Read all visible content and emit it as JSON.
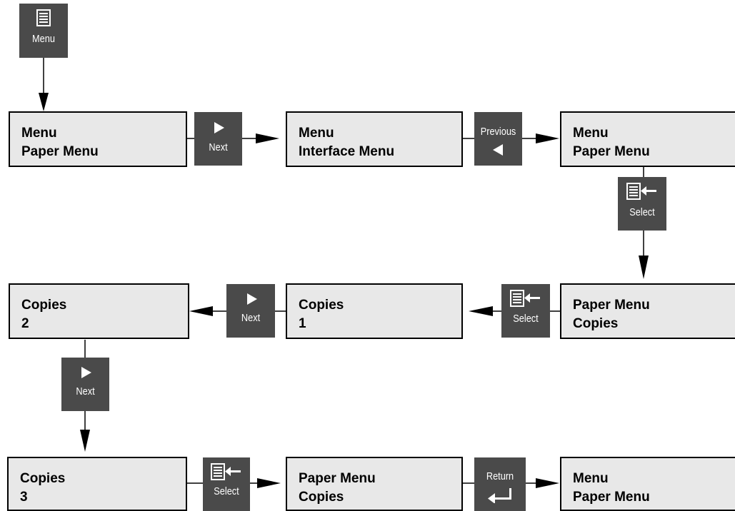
{
  "buttons": {
    "menu": "Menu",
    "next": "Next",
    "previous": "Previous",
    "select": "Select",
    "return": "Return"
  },
  "screens": {
    "s1": {
      "line1": "Menu",
      "line2": "Paper Menu"
    },
    "s2": {
      "line1": "Menu",
      "line2": "Interface Menu"
    },
    "s3": {
      "line1": "Menu",
      "line2": "Paper Menu"
    },
    "s4": {
      "line1": "Paper Menu",
      "line2": "Copies"
    },
    "s5": {
      "line1": "Copies",
      "line2": "1"
    },
    "s6": {
      "line1": "Copies",
      "line2": "2"
    },
    "s7": {
      "line1": "Copies",
      "line2": "3"
    },
    "s8": {
      "line1": "Paper Menu",
      "line2": "Copies"
    },
    "s9": {
      "line1": "Menu",
      "line2": "Paper Menu"
    }
  },
  "colors": {
    "key_background": "#4a4a4a",
    "screen_background": "#e8e8e8",
    "line": "#000000"
  },
  "icons": {
    "menu": "document-icon",
    "next": "triangle-right-icon",
    "previous": "triangle-left-icon",
    "select": "document-enter-icon",
    "return": "return-arrow-icon"
  }
}
